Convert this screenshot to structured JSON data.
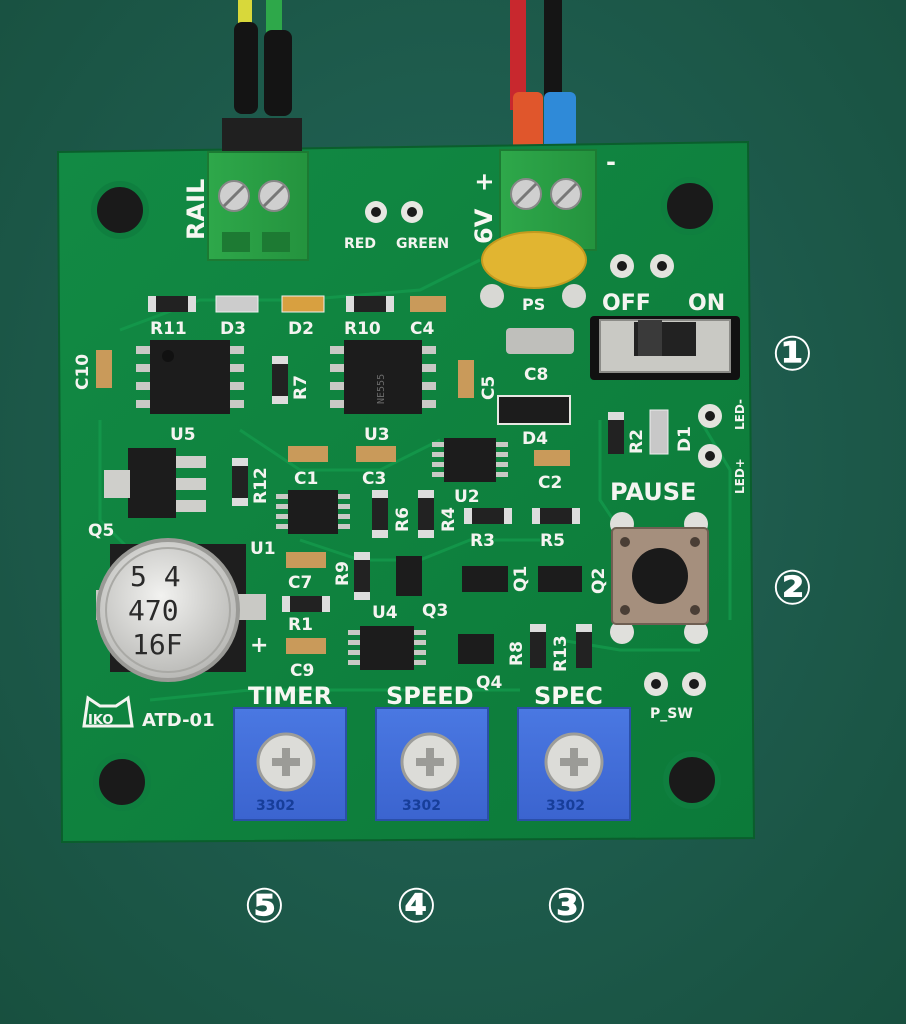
{
  "board": {
    "name": "ATD-01",
    "logo": "IKO",
    "connectors": {
      "rail": "RAIL",
      "power_voltage": "6V",
      "plus": "+",
      "minus": "-"
    },
    "led_pads": [
      "RED",
      "GREEN"
    ],
    "capacitor_ps": "PS",
    "switch": {
      "off": "OFF",
      "on": "ON"
    },
    "pause": "PAUSE",
    "pots": [
      {
        "label": "TIMER",
        "code": "3302"
      },
      {
        "label": "SPEED",
        "code": "3302"
      },
      {
        "label": "SPEC",
        "code": "3302"
      }
    ],
    "p_sw": "P_SW",
    "led_pins": [
      "LED-",
      "LED+"
    ],
    "electrolytic": {
      "line1": "5 4",
      "line2": "470",
      "line3": "16F",
      "plus": "+"
    },
    "refs": {
      "R11": "R11",
      "D3": "D3",
      "D2": "D2",
      "R10": "R10",
      "C4": "C4",
      "C10": "C10",
      "R7": "R7",
      "C5": "C5",
      "C8": "C8",
      "D4": "D4",
      "R2": "R2",
      "D1": "D1",
      "U5": "U5",
      "U3": "U3",
      "U2": "U2",
      "C1": "C1",
      "C3": "C3",
      "C2": "C2",
      "R12": "R12",
      "Q5": "Q5",
      "U1": "U1",
      "R6": "R6",
      "R4": "R4",
      "R3": "R3",
      "R5": "R5",
      "Q1": "Q1",
      "Q2": "Q2",
      "C7": "C7",
      "R9": "R9",
      "U4": "U4",
      "Q3": "Q3",
      "R1": "R1",
      "C9": "C9",
      "Q4": "Q4",
      "R8": "R8",
      "R13": "R13"
    }
  },
  "callouts": [
    "①",
    "②",
    "③",
    "④",
    "⑤"
  ]
}
